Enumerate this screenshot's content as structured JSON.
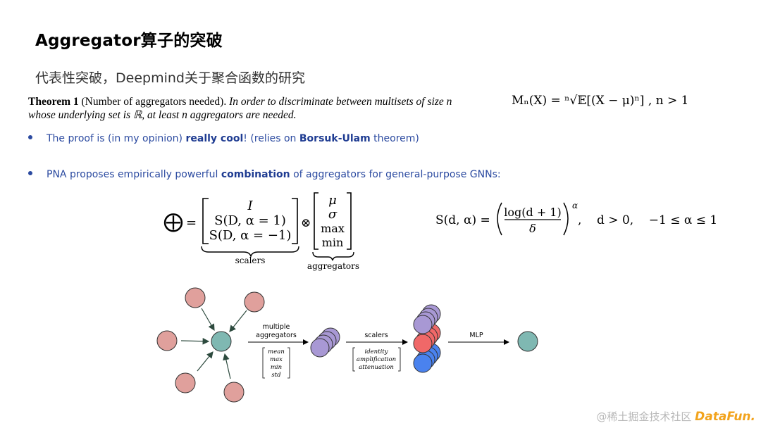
{
  "slide": {
    "title": "Aggregator算子的突破",
    "subtitle": "代表性突破，Deepmind关于聚合函数的研究"
  },
  "theorem": {
    "lead": "Theorem 1",
    "paren": " (Number of aggregators needed). ",
    "statement_1": "In order to discriminate between multisets of size n",
    "statement_2": "whose underlying set is ℝ, at least n aggregators are needed."
  },
  "moment_formula": {
    "text": "Mₙ(X) = ⁿ√𝔼[(X − μ)ⁿ] ,  n > 1"
  },
  "bullets": [
    {
      "pre": "The proof is (in my opinion) ",
      "bold1": "really cool",
      "mid": "! (relies on ",
      "bold2": "Borsuk-Ulam",
      "post": " theorem)"
    },
    {
      "pre": "PNA proposes empirically powerful ",
      "bold1": "combination",
      "post": " of aggregators for general-purpose GNNs:"
    }
  ],
  "pna_formula": {
    "operator": "⨁",
    "equals": "=",
    "scalers": [
      "I",
      "S(D, α = 1)",
      "S(D, α = −1)"
    ],
    "times": "⊗",
    "aggregators": [
      "μ",
      "σ",
      "max",
      "min"
    ],
    "scalers_label": "scalers",
    "aggregators_label": "aggregators"
  },
  "scaler_formula": {
    "lhs": "S(d, α) =",
    "numerator": "log(d + 1)",
    "denominator": "δ",
    "exponent": "α",
    "conditions": ",    d > 0,    −1 ≤ α ≤ 1"
  },
  "diagram": {
    "step1_label_1": "multiple",
    "step1_label_2": "aggregators",
    "aggregators_list": [
      "mean",
      "max",
      "min",
      "std"
    ],
    "step2_label": "scalers",
    "scalers_list": [
      "identity",
      "amplification",
      "attenuation"
    ],
    "step3_label": "MLP",
    "colors": {
      "neighbor": "#e0a09c",
      "center": "#7fb8b2",
      "aggregated": "#a898d4",
      "scaled_red": "#f06868",
      "scaled_blue": "#4a82ee",
      "output": "#7fb8b2"
    }
  },
  "watermark": {
    "text": "@稀土掘金技术社区",
    "brand": "DataFun."
  }
}
